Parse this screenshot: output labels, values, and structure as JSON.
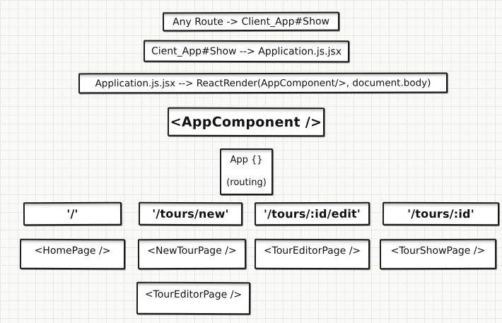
{
  "flow": {
    "steps": [
      "Any Route -> Client_App#Show",
      "Cient_App#Show --> Application.js.jsx",
      "Application.js.jsx --> ReactRender(AppComponent/>, document.body)"
    ],
    "app_component": "<AppComponent />",
    "router": {
      "line1": "App {}",
      "line2": "(routing)"
    },
    "routes": [
      {
        "path": "'/'",
        "component": "<HomePage />"
      },
      {
        "path": "'/tours/new'",
        "component": "<NewTourPage />",
        "child": "<TourEditorPage />"
      },
      {
        "path": "'/tours/:id/edit'",
        "component": "<TourEditorPage />"
      },
      {
        "path": "'/tours/:id'",
        "component": "<TourShowPage />"
      }
    ]
  },
  "colors": {
    "background": "#f9f9f8",
    "grid_major": "#e7e7e7",
    "grid_minor": "#f0f0ef",
    "box_fill": "#ffffff",
    "box_border": "#1b1b1b",
    "text": "#111111"
  }
}
